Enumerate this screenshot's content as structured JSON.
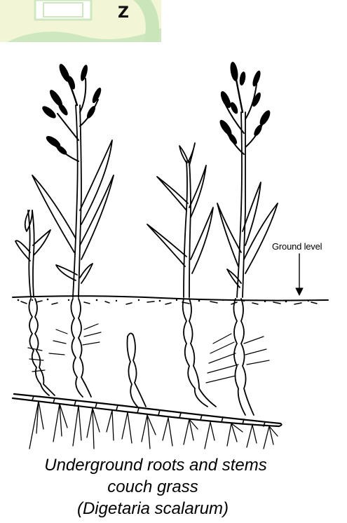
{
  "watermark": {
    "letter": "Z"
  },
  "diagram": {
    "ground_label": "Ground level",
    "caption": {
      "line1": "Underground roots and stems",
      "line2": "couch grass",
      "line3": "(Digetaria scalarum)"
    }
  },
  "colors": {
    "watermark_green": "#a7d48c",
    "watermark_yellow": "#e8efb8",
    "ink": "#000000"
  }
}
